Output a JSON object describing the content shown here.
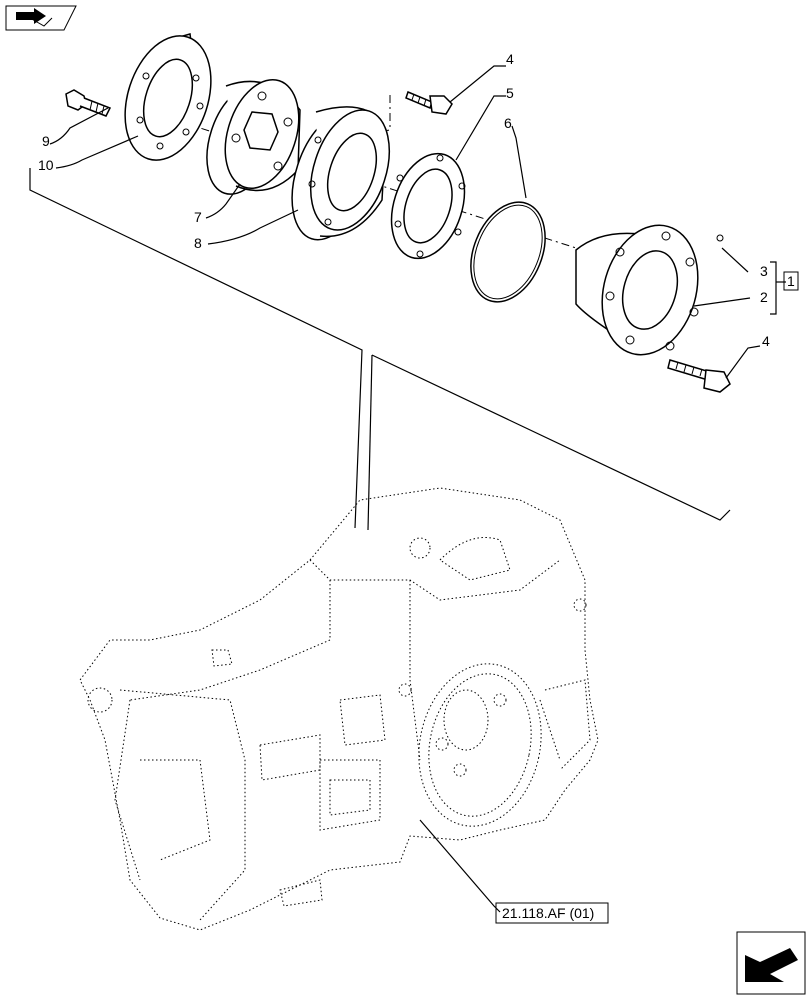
{
  "callouts": {
    "c1": "1",
    "c2": "2",
    "c3": "3",
    "c4a": "4",
    "c4b": "4",
    "c5": "5",
    "c6": "6",
    "c7": "7",
    "c8": "8",
    "c9": "9",
    "c10": "10"
  },
  "reference": "21.118.AF (01)",
  "icons": {
    "top_left": "book-arrow-icon",
    "bottom_right": "next-page-arrow-icon"
  }
}
